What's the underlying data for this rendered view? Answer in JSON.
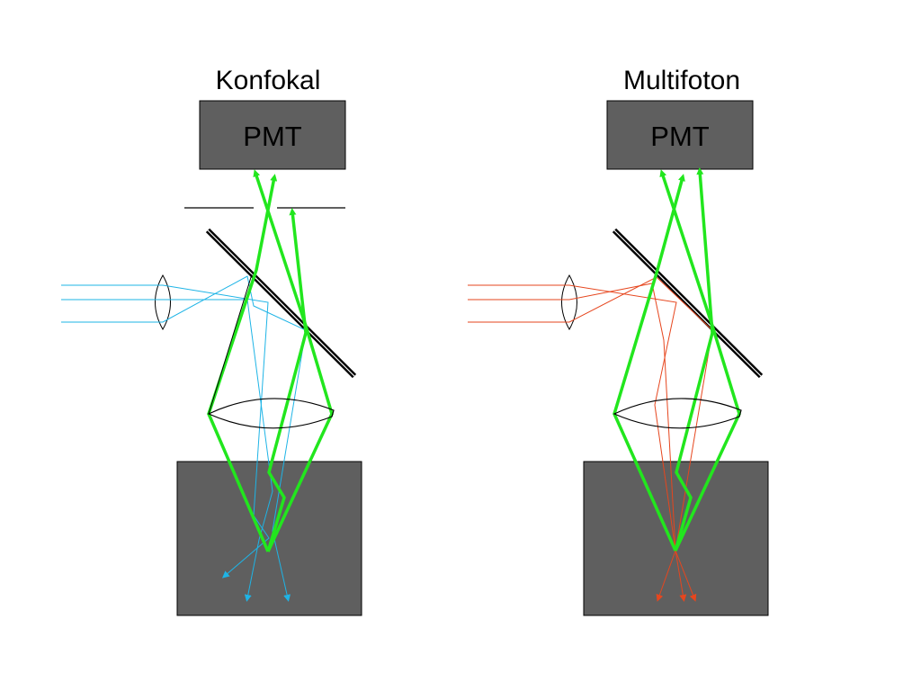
{
  "panels": {
    "left": {
      "title": "Konfokal",
      "detector_label": "PMT"
    },
    "right": {
      "title": "Multifoton",
      "detector_label": "PMT"
    }
  },
  "colors": {
    "background": "#ffffff",
    "detector_box": "#5f5f5f",
    "sample_box": "#5f5f5f",
    "emission_green": "#22e61e",
    "excitation_blue": "#1eb4e6",
    "excitation_red": "#e6461e",
    "olive_green": "#7a9a18",
    "teal_green": "#2ad28a",
    "mirror": "#000000",
    "lens_outline": "#000000"
  }
}
